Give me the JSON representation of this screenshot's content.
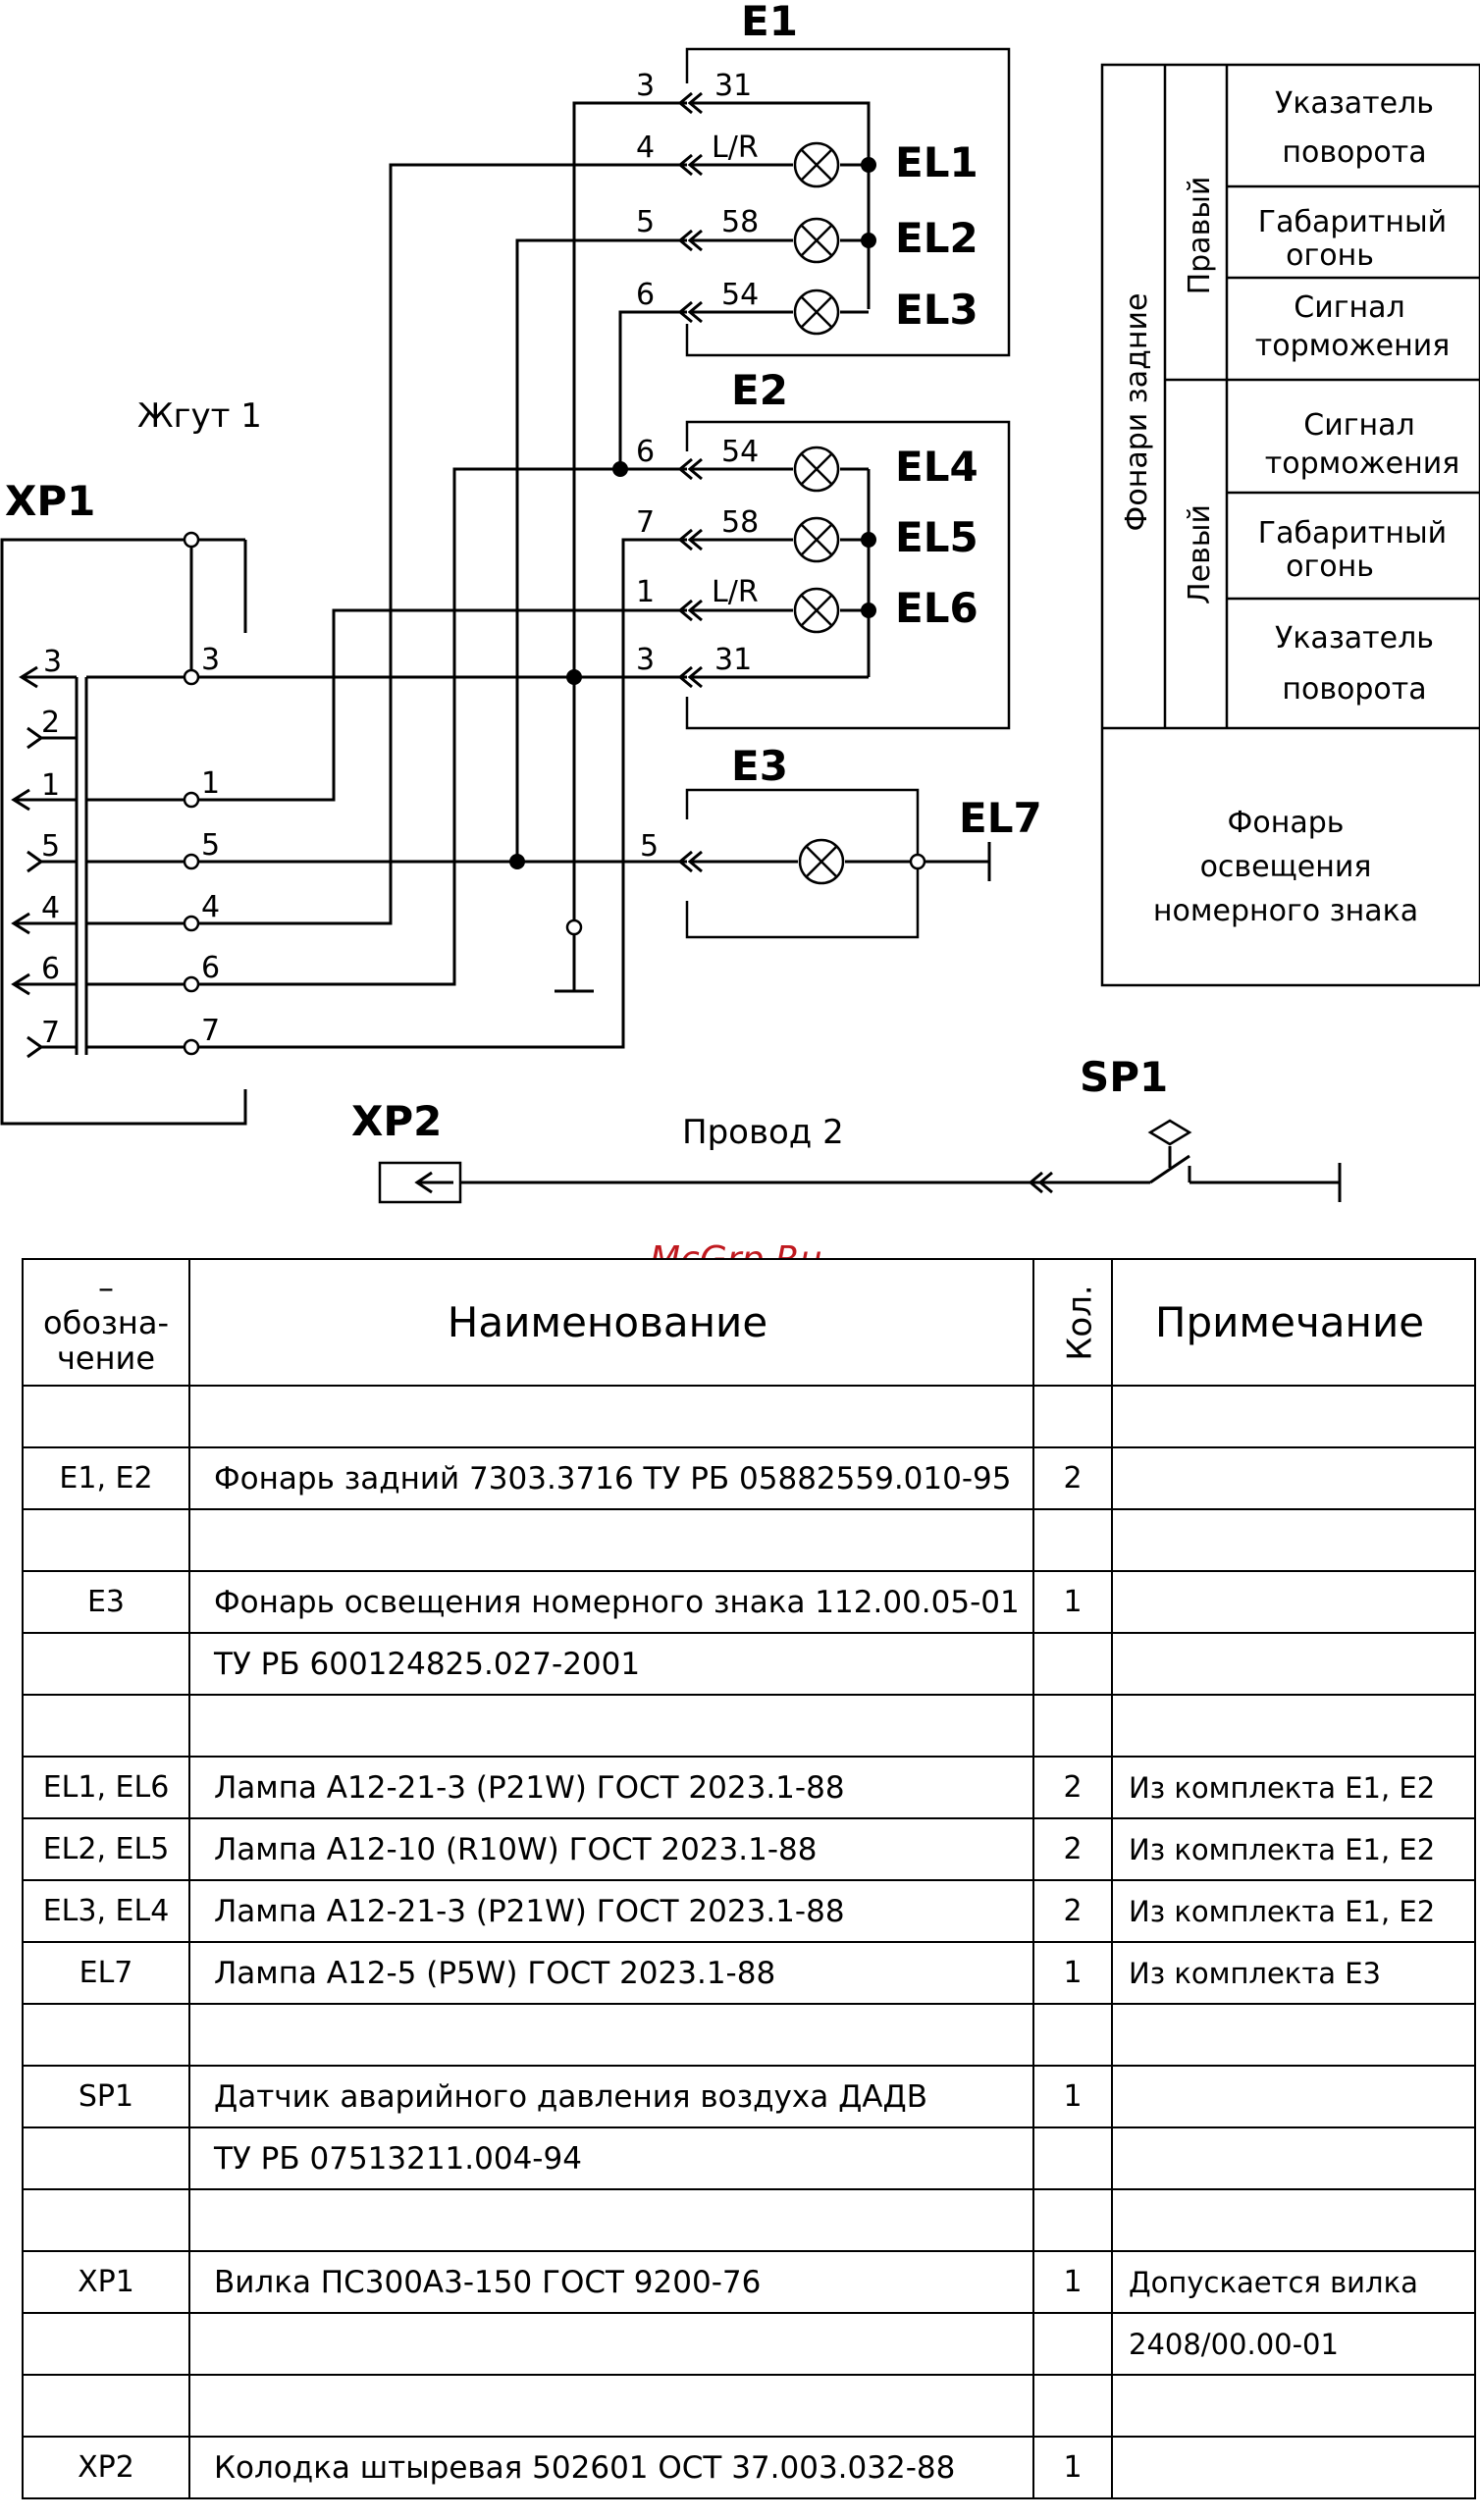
{
  "diagram": {
    "harness_label": "Жгут 1",
    "wire_label": "Провод 2",
    "connector_labels": {
      "xp1": "XP1",
      "xp2": "XP2",
      "sp1": "SP1"
    },
    "blocks": {
      "e1": "E1",
      "e2": "E2",
      "e3": "E3"
    },
    "lamps": [
      "EL1",
      "EL2",
      "EL3",
      "EL4",
      "EL5",
      "EL6",
      "EL7"
    ],
    "e1_pins": [
      {
        "wire": "3",
        "pin": "31"
      },
      {
        "wire": "4",
        "pin": "L/R"
      },
      {
        "wire": "5",
        "pin": "58"
      },
      {
        "wire": "6",
        "pin": "54"
      }
    ],
    "e2_pins": [
      {
        "wire": "6",
        "pin": "54"
      },
      {
        "wire": "7",
        "pin": "58"
      },
      {
        "wire": "1",
        "pin": "L/R"
      },
      {
        "wire": "3",
        "pin": "31"
      }
    ],
    "e3_pin": {
      "wire": "5"
    },
    "xp1_pins": [
      "3",
      "2",
      "1",
      "5",
      "4",
      "6",
      "7"
    ],
    "harness_pins": [
      "3",
      "1",
      "5",
      "4",
      "6",
      "7"
    ]
  },
  "legend": {
    "group_title": "Фонари задние",
    "right": "Правый",
    "left": "Левый",
    "right_items": [
      [
        "Указатель",
        "поворота"
      ],
      [
        "Габаритный",
        "огонь"
      ],
      [
        "Сигнал",
        "торможения"
      ]
    ],
    "left_items": [
      [
        "Сигнал",
        "торможения"
      ],
      [
        "Габаритный",
        "огонь"
      ],
      [
        "Указатель",
        "поворота"
      ]
    ],
    "plate_light": [
      "Фонарь",
      "освещения",
      "номерного знака"
    ]
  },
  "watermark": "McGrp.Ru",
  "table": {
    "headers": {
      "designation_dash": "–",
      "designation_1": "обозна-",
      "designation_2": "чение",
      "name": "Наименование",
      "qty": "Кол.",
      "note": "Примечание"
    },
    "rows": [
      {
        "des": "",
        "name": "",
        "qty": "",
        "note": ""
      },
      {
        "des": "E1, E2",
        "name": "Фонарь задний 7303.3716 ТУ РБ 05882559.010-95",
        "qty": "2",
        "note": ""
      },
      {
        "des": "",
        "name": "",
        "qty": "",
        "note": ""
      },
      {
        "des": "E3",
        "name": "Фонарь освещения номерного знака 112.00.05-01",
        "qty": "1",
        "note": ""
      },
      {
        "des": "",
        "name": "ТУ РБ 600124825.027-2001",
        "qty": "",
        "note": ""
      },
      {
        "des": "",
        "name": "",
        "qty": "",
        "note": ""
      },
      {
        "des": "EL1, EL6",
        "name": "Лампа А12-21-3 (P21W) ГОСТ 2023.1-88",
        "qty": "2",
        "note": "Из комплекта E1, E2"
      },
      {
        "des": "EL2, EL5",
        "name": "Лампа А12-10 (R10W) ГОСТ 2023.1-88",
        "qty": "2",
        "note": "Из комплекта E1, E2"
      },
      {
        "des": "EL3, EL4",
        "name": "Лампа А12-21-3 (P21W) ГОСТ 2023.1-88",
        "qty": "2",
        "note": "Из комплекта E1, E2"
      },
      {
        "des": "EL7",
        "name": "Лампа А12-5 (P5W) ГОСТ 2023.1-88",
        "qty": "1",
        "note": "Из комплекта E3"
      },
      {
        "des": "",
        "name": "",
        "qty": "",
        "note": ""
      },
      {
        "des": "SP1",
        "name": "Датчик аварийного давления воздуха ДАДВ",
        "qty": "1",
        "note": ""
      },
      {
        "des": "",
        "name": "ТУ РБ 07513211.004-94",
        "qty": "",
        "note": ""
      },
      {
        "des": "",
        "name": "",
        "qty": "",
        "note": ""
      },
      {
        "des": "XP1",
        "name": "Вилка ПС300А3-150 ГОСТ 9200-76",
        "qty": "1",
        "note": "Допускается вилка"
      },
      {
        "des": "",
        "name": "",
        "qty": "",
        "note": "2408/00.00-01"
      },
      {
        "des": "",
        "name": "",
        "qty": "",
        "note": ""
      },
      {
        "des": "XP2",
        "name": "Колодка штыревая 502601  ОСТ 37.003.032-88",
        "qty": "1",
        "note": ""
      }
    ]
  }
}
